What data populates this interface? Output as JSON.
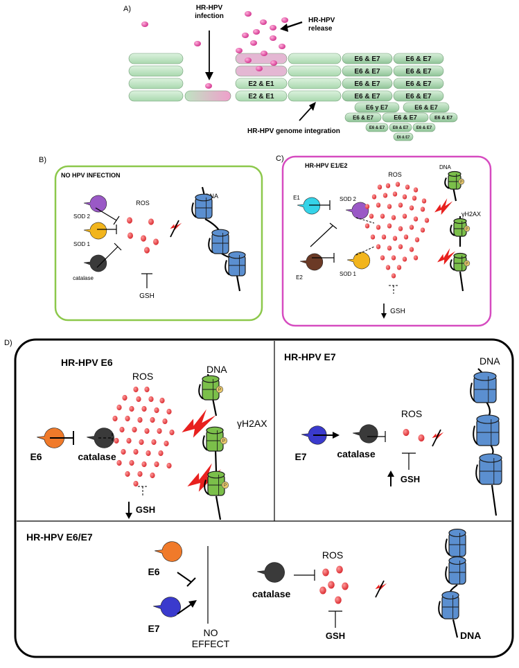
{
  "panel_a": {
    "label": "A)",
    "infection": "HR-HPV\ninfection",
    "release": "HR-HPV\nrelease",
    "integration": "HR-HPV genome integration",
    "e2e1": "E2 & E1",
    "e6e7": "E6 & E7",
    "e6ye7": "E6 y E7"
  },
  "panel_b": {
    "label": "B)",
    "title": "NO HPV INFECTION",
    "sod2": "SOD 2",
    "sod1": "SOD 1",
    "catalase": "catalase",
    "ros": "ROS",
    "gsh": "GSH",
    "dna": "DNA"
  },
  "panel_c": {
    "label": "C)",
    "title": "HR-HPV E1/E2",
    "e1": "E1",
    "e2": "E2",
    "sod2": "SOD 2",
    "sod1": "SOD 1",
    "ros": "ROS",
    "gsh": "GSH",
    "dna": "DNA",
    "gh2ax": "γH2AX"
  },
  "panel_d": {
    "label": "D)",
    "e6": {
      "title": "HR-HPV E6",
      "protein": "E6",
      "catalase": "catalase",
      "ros": "ROS",
      "gsh": "GSH",
      "dna": "DNA",
      "gh2ax": "γH2AX"
    },
    "e7": {
      "title": "HR-HPV E7",
      "protein": "E7",
      "catalase": "catalase",
      "ros": "ROS",
      "gsh": "GSH",
      "dna": "DNA"
    },
    "e6e7": {
      "title": "HR-HPV E6/E7",
      "e6": "E6",
      "e7": "E7",
      "no_effect": "NO\nEFFECT",
      "catalase": "catalase",
      "ros": "ROS",
      "gsh": "GSH",
      "dna": "DNA"
    },
    "phospho": "P"
  },
  "colors": {
    "cell_green": "#bfe3c2",
    "cell_pink": "#e8a0c8",
    "virion": "#e0459c",
    "ros": "#e0353a",
    "dna_blue": "#5b8fd0",
    "dna_green": "#7bbf4a",
    "panel_b_border": "#8cc84b",
    "panel_c_border": "#d64bc0",
    "sod2": "#9a59c6",
    "sod1": "#f2b51d",
    "catalase": "#333333",
    "e1": "#35d3e8",
    "e2": "#6b3a26",
    "e6": "#f07a2a",
    "e7": "#3a3acd",
    "spark": "#e8201e",
    "phospho": "#e8c86a"
  }
}
